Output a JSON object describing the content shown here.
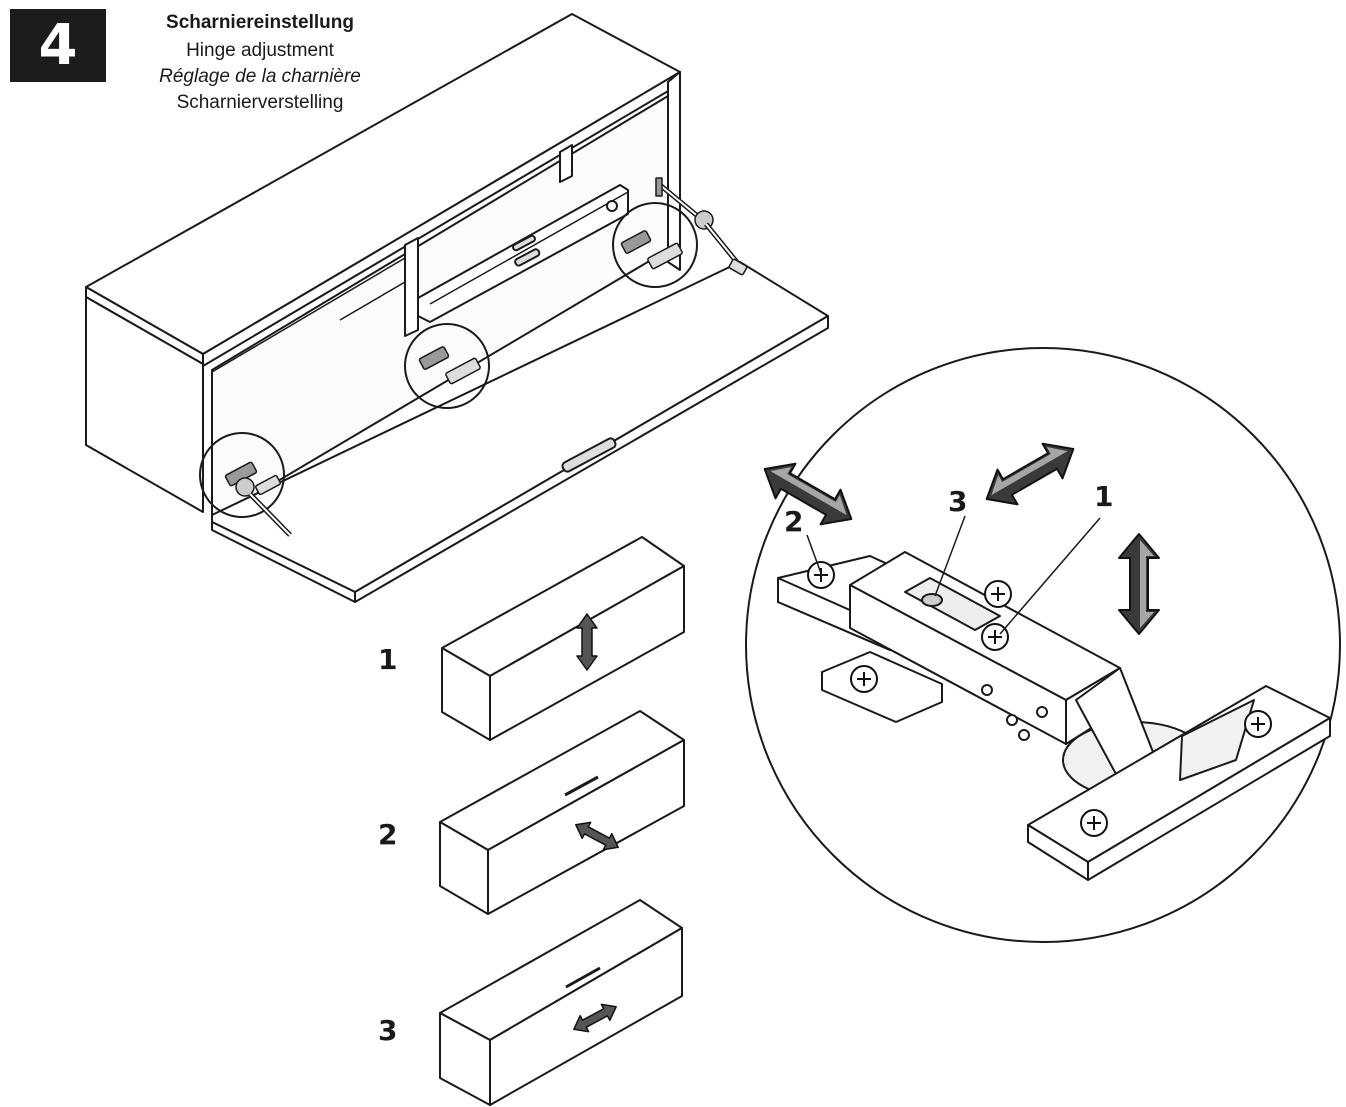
{
  "step": {
    "number": "4"
  },
  "title": {
    "de": "Scharniereinstellung",
    "en": "Hinge adjustment",
    "fr": "Réglage de la charnière",
    "nl": "Scharnierverstelling"
  },
  "adjustment_steps": [
    {
      "label": "1",
      "direction": "vertical"
    },
    {
      "label": "2",
      "direction": "depth"
    },
    {
      "label": "3",
      "direction": "lateral"
    }
  ],
  "detail_callouts": [
    "1",
    "2",
    "3"
  ],
  "icons": [
    "cabinet-illustration",
    "hinge-detail",
    "double-arrow"
  ]
}
